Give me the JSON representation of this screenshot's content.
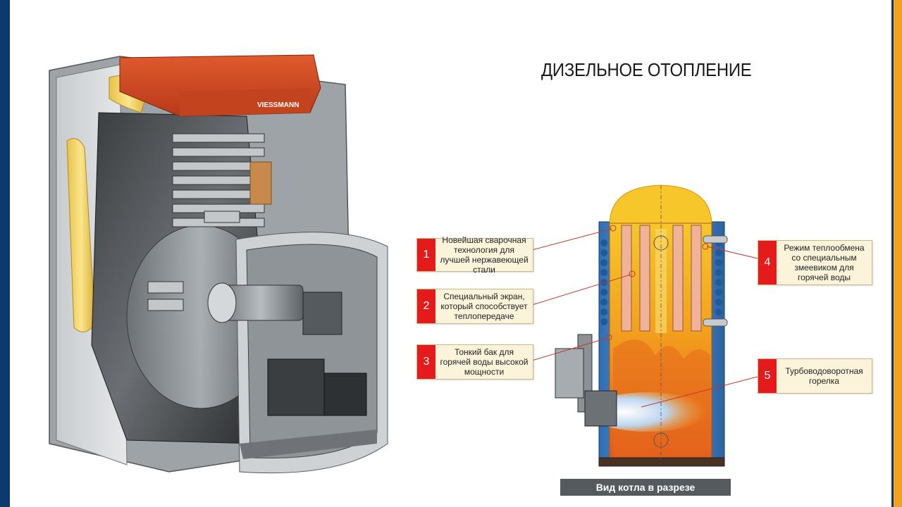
{
  "title": "ДИЗЕЛЬНОЕ ОТОПЛЕНИЕ",
  "brand": "VIESSMANN",
  "caption": "Вид котла в разрезе",
  "callouts": [
    {
      "num": "1",
      "text": "Новейшая сварочная технология для лучшей нержавеющей стали"
    },
    {
      "num": "2",
      "text": "Специальный экран, который способствует теплопередаче"
    },
    {
      "num": "3",
      "text": "Тонкий бак для горячей воды высокой мощности"
    },
    {
      "num": "4",
      "text": "Режим теплообмена со специальным змеевиком для горячей воды"
    },
    {
      "num": "5",
      "text": "Турбоводоворотная горелка"
    }
  ],
  "colors": {
    "accent_red": "#e51a1a",
    "callout_bg": "#fbf4da",
    "frame_blue": "#0b3a6e",
    "frame_orange": "#f2a21f",
    "boiler_cover": "#d2451e"
  }
}
